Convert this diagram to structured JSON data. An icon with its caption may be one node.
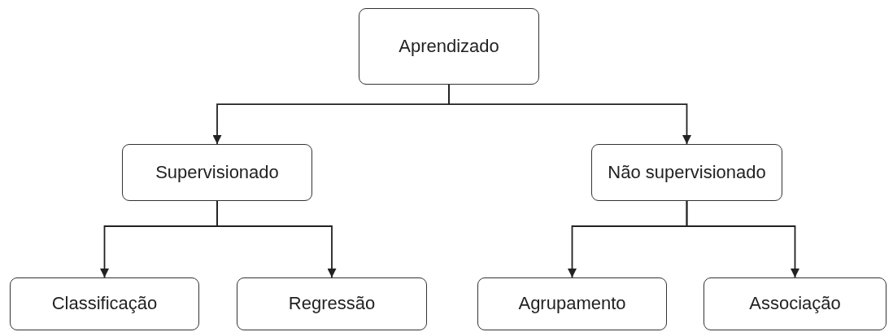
{
  "diagram": {
    "nodes": [
      {
        "text": [
          "Aprendizado"
        ]
      },
      {
        "text": [
          "Supervisionado"
        ]
      },
      {
        "text": [
          "Não supervisionado"
        ]
      },
      {
        "text": [
          "Classificação"
        ]
      },
      {
        "text": [
          "Regressão"
        ]
      },
      {
        "text": [
          "Agrupamento"
        ]
      },
      {
        "text": [
          "Associação"
        ]
      }
    ],
    "edges": [
      {
        "from": 0,
        "to": 1,
        "arrow": "to"
      },
      {
        "from": 0,
        "to": 2,
        "arrow": "to"
      },
      {
        "from": 1,
        "to": 3,
        "arrow": "to"
      },
      {
        "from": 1,
        "to": 4,
        "arrow": "to"
      },
      {
        "from": 2,
        "to": 5,
        "arrow": "to"
      },
      {
        "from": 2,
        "to": 6,
        "arrow": "to"
      }
    ]
  }
}
